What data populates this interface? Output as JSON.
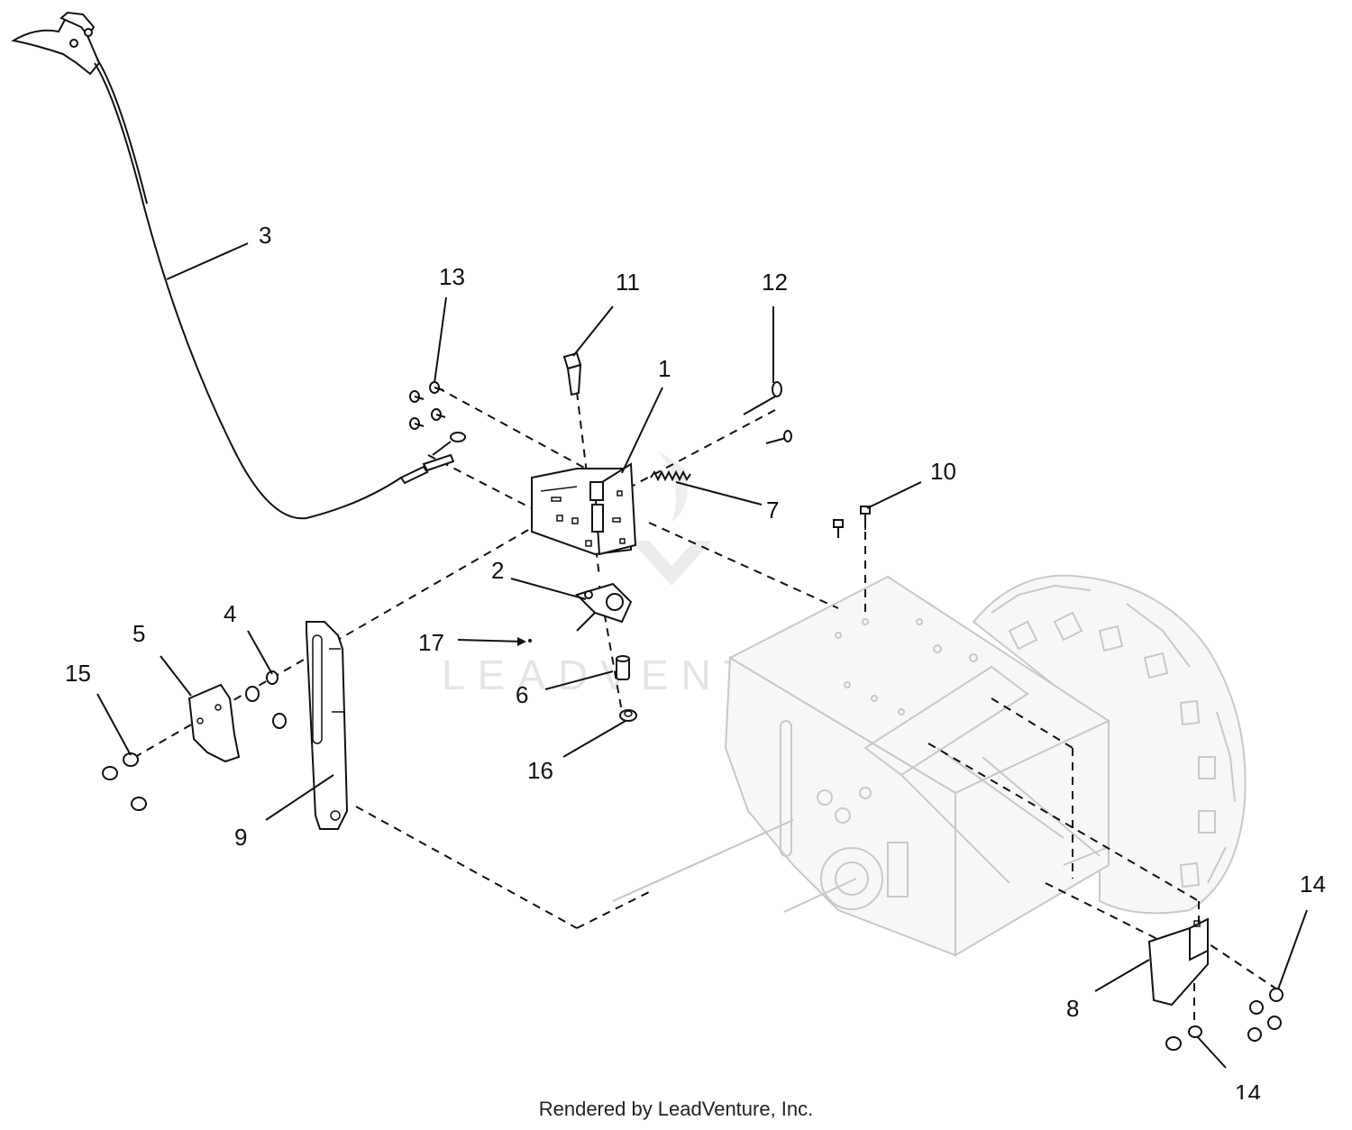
{
  "watermark": {
    "text": "LEADVENTURE"
  },
  "footer": {
    "text": "Rendered by LeadVenture, Inc."
  },
  "callouts": {
    "c1": "1",
    "c2": "2",
    "c3": "3",
    "c4": "4",
    "c5": "5",
    "c6": "6",
    "c7": "7",
    "c8": "8",
    "c9": "9",
    "c10": "10",
    "c11": "11",
    "c12": "12",
    "c13": "13",
    "c14a": "14",
    "c14b": "14",
    "c15": "15",
    "c16": "16",
    "c17": "17"
  }
}
